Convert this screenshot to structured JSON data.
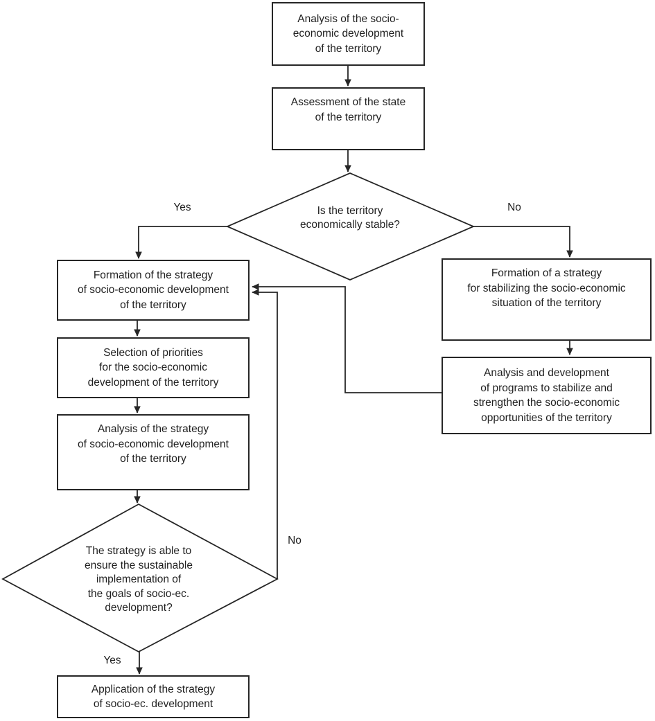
{
  "diagram": {
    "type": "flowchart",
    "colors": {
      "stroke": "#262626",
      "text": "#1f1f1f",
      "background": "#ffffff"
    },
    "nodes": {
      "analysis_development": {
        "type": "process",
        "label": "Analysis of the socio-\neconomic development\nof the territory"
      },
      "assessment_state": {
        "type": "process",
        "label": "Assessment of the state\nof the territory"
      },
      "stability_decision": {
        "type": "decision",
        "label": "Is the territory\neconomically stable?"
      },
      "formation_strategy": {
        "type": "process",
        "label": "Formation of the strategy\nof socio-economic development\nof the territory"
      },
      "selection_priorities": {
        "type": "process",
        "label": "Selection of priorities\nfor the socio-economic\ndevelopment of the territory"
      },
      "analysis_strategy": {
        "type": "process",
        "label": "Analysis of the strategy\nof socio-economic development\nof the territory"
      },
      "sustainability_decision": {
        "type": "decision",
        "label": "The strategy is able to\nensure the sustainable\nimplementation of\nthe goals of socio-ec.\ndevelopment?"
      },
      "application_strategy": {
        "type": "process",
        "label": "Application of the strategy\nof socio-ec. development"
      },
      "formation_stabilizing": {
        "type": "process",
        "label": "Formation of a strategy\nfor stabilizing the socio-economic\nsituation of the territory"
      },
      "analysis_programs": {
        "type": "process",
        "label": "Analysis and development\nof programs to stabilize and\nstrengthen the socio-economic\nopportunities of the territory"
      }
    },
    "edge_labels": {
      "stable_yes": "Yes",
      "stable_no": "No",
      "sustainable_no": "No",
      "sustainable_yes": "Yes"
    }
  }
}
